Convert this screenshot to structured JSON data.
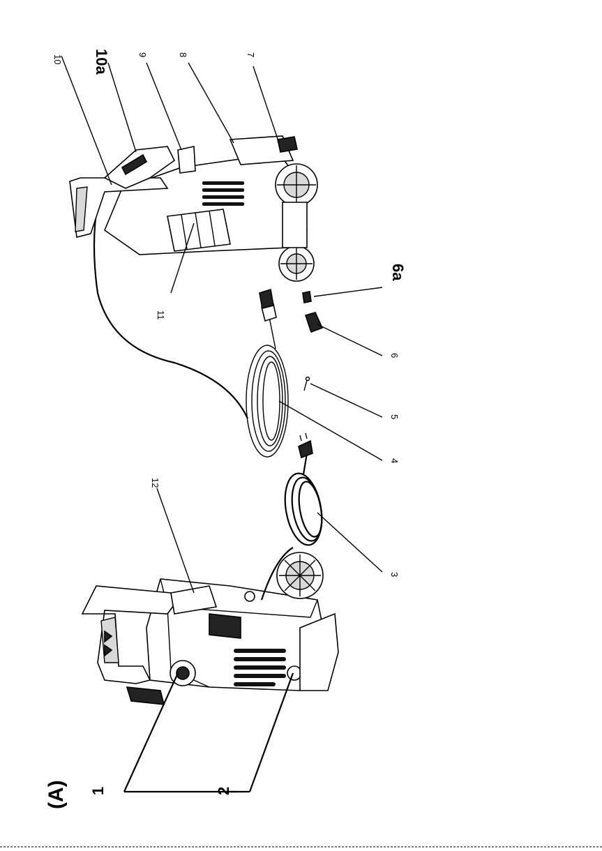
{
  "figure": {
    "title": "(A)",
    "labels": {
      "l1": "1",
      "l2": "2",
      "l3": "3",
      "l4": "4",
      "l5": "5",
      "l6": "6",
      "l6a": "6a",
      "l7": "7",
      "l8": "8",
      "l9": "9",
      "l10": "10",
      "l10a": "10a",
      "l11": "11",
      "l12": "12"
    }
  }
}
